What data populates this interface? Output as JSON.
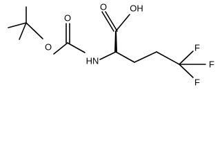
{
  "molecule": {
    "atoms": {
      "hydroxyl": "OH",
      "carbonyl_acid_oxygen": "O",
      "carbamate_carbonyl_oxygen": "O",
      "ester_oxygen": "O",
      "amine": "HN",
      "fluorine_top": "F",
      "fluorine_right": "F",
      "fluorine_bottom": "F"
    },
    "stereo": {
      "alpha_carbon_to_carboxyl": "wedge"
    }
  }
}
